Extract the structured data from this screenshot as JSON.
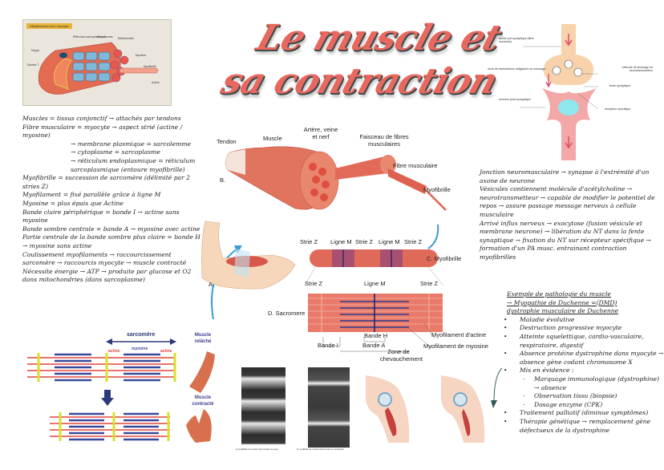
{
  "title": {
    "line1": "Le muscle et",
    "line2": "sa contraction",
    "fill_color": "#e8675e",
    "outline_color": "#3e4a48"
  },
  "myocyte_figure": {
    "header": "Ultrastructure d'un myocyte",
    "labels": [
      "Réticulum sarcoplasmique",
      "Sarcolemme",
      "Mitochondrie",
      "Noyau",
      "Tubules T",
      "Myosine",
      "Myofibrille",
      "Actine"
    ]
  },
  "left_notes": {
    "lines": [
      {
        "text": "Muscles = tissus conjonctif → attachés par tendons",
        "indent": false
      },
      {
        "text": "Fibre musculaire = myocyte → aspect strié (actine / myosine)",
        "indent": false
      },
      {
        "text": "→ membrane plasmique = sarcolemme",
        "indent": true
      },
      {
        "text": "→ cytoplasme = sarcoplasme",
        "indent": true
      },
      {
        "text": "→ réticulum endoplasmique = réticulum sarcoplasmique (entoure myofibrille)",
        "indent": true
      },
      {
        "text": "Myofibrille = succession de sarcomère (délimité par 2 stries Z)",
        "indent": false
      },
      {
        "text": "Myofilament = fixé parallèle grâce à ligne M",
        "indent": false
      },
      {
        "text": "Myosine = plus épais que Actine",
        "indent": false
      },
      {
        "text": "Bande claire périphérique = bande I → actine sans myosine",
        "indent": false
      },
      {
        "text": "Bande sombre centrale = bande A → myosine avec actine",
        "indent": false
      },
      {
        "text": "Partie centrale de la bande sombre plus claire = bande H → myosine sans actine",
        "indent": false
      },
      {
        "text": "Coulissement myofilaments → raccourcissement sarcomère → raccourcis myocyte → muscle contracté",
        "indent": false
      },
      {
        "text": "Nécessite énergie → ATP → produite par glucose et O2 dans mitochondries (dans sarcoplasme)",
        "indent": false
      }
    ]
  },
  "synapse_figure": {
    "labels": {
      "axone": "axone pré-synaptique (fibre nerveuse)",
      "sens": "sens de transmission obligatoire du message",
      "neurone": "neurone post-synaptique",
      "vesicule": "vésicule de stockage du neurotransmetteur",
      "fente": "fente synaptique",
      "recepteur": "récepteur spécifique"
    }
  },
  "right_notes": {
    "lines": [
      "Jonction neuromusculaire → synapse à l'extrémité d'un axone de neurone",
      "Vésicules contiennent molécule d'acétylcholine → neurotransmetteur → capable de modifier le potentiel de repos → assure passage message nerveux à cellule musculaire",
      "Arrivé influx nerveux → exocytose (fusion vésicule et membrane neurone) → libération du NT dans la fente synaptique → fixation du NT sur récepteur spécifique → formation d'un PA musc. entrainant contraction myofibrilles"
    ]
  },
  "pathology": {
    "title_lines": [
      "Exemple de pathologie du muscle",
      "→ Myopathie de Duchenne =(DMD)",
      "dystrophie musculaire de Duchenne"
    ],
    "items": [
      {
        "text": "Maladie évolutive"
      },
      {
        "text": "Destruction progressive myocyte"
      },
      {
        "text": "Atteinte squelettique, cardio-vasculaire, respiratoire, digestif"
      },
      {
        "text": "Absence protéine dystrophine dans myocyte → absence gène codant chromosome X"
      },
      {
        "text": "Mis en évidence :",
        "sub": [
          "Marquage immunologique (dystrophine) → absence",
          "Observation tissu (biopsie)",
          "Dosage enzyme (CPK)"
        ]
      },
      {
        "text": "Traitement palliatif (diminue symptômes)"
      },
      {
        "text": "Thérapie génétique → remplacement gène défectueux de la dystrophine"
      }
    ]
  },
  "anatomy_figure": {
    "tendon": "Tendon",
    "muscle": "Muscle",
    "artere": "Artère, veine et nerf",
    "faisceau": "Faisceau de fibres musculaires",
    "fibre": "Fibre musculaire",
    "myofibrille": "Myofibrille",
    "panel_a": "A.",
    "panel_b": "B.",
    "panel_c": "C. Myofibrille",
    "panel_d": "D. Sacromere",
    "strie_z": "Strie Z",
    "ligne_m": "Ligne M",
    "bande_h": "Bande H",
    "bande_i": "Bande I",
    "bande_a": "Bande A",
    "zone": "Zone de chevauchement",
    "myo_actine": "Myofilament d'actine",
    "myo_myosine": "Myofilament de myosine"
  },
  "sliding_figure": {
    "sarcomere": "sarcomère",
    "actine": "actine",
    "myosine": "myosine",
    "relache": "Muscle relâché",
    "contracte": "Muscle contracté",
    "actin_color": "#e0463c",
    "myosin_color": "#3a4a9a",
    "zline_color": "#d7e02a"
  },
  "micrographs": {
    "caption_a": "a) myofibrille de muscle strié humain au repos",
    "caption_b": "b) myofibrille de muscle strié humain en contraction"
  }
}
